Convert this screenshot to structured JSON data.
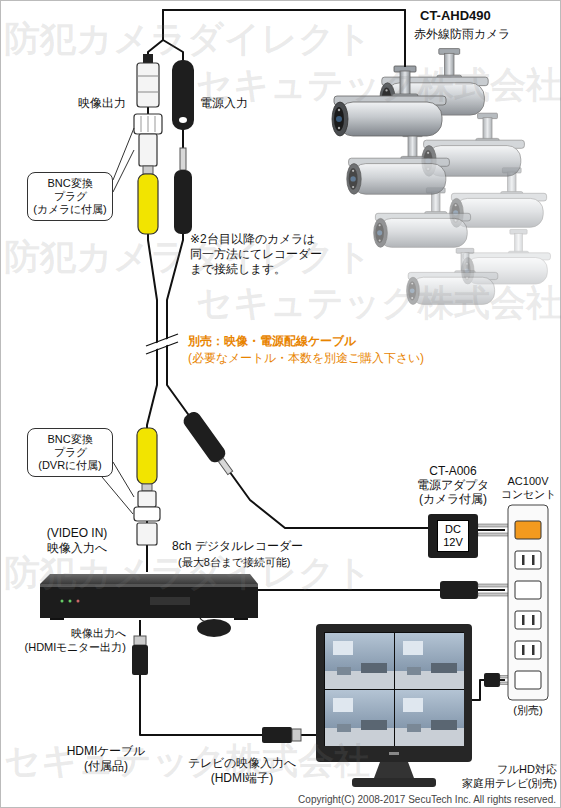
{
  "diagram": {
    "nodes": [
      {
        "text": [
          "CT-AHD490",
          "赤外線防雨カメラ"
        ]
      },
      {
        "text": [
          "BNC変換 プラグ (カメラに付属)"
        ]
      },
      {
        "text": [
          "BNC変換 プラグ (DVRに付属)"
        ]
      },
      {
        "text": [
          "CT-A006 電源アダプタ (カメラ付属)",
          "DC 12V"
        ]
      },
      {
        "text": [
          "AC100V コンセント",
          "(別売)"
        ]
      },
      {
        "text": [
          "8ch デジタルレコーダー",
          "(最大8台まで接続可能)"
        ]
      },
      {
        "text": [
          "フルHD対応 家庭用テレビ(別売)"
        ]
      }
    ],
    "edges": [
      {
        "from": 0,
        "to": 5,
        "arrow": "none"
      },
      {
        "from": 0,
        "to": 3,
        "arrow": "none"
      },
      {
        "from": 3,
        "to": 4,
        "arrow": "none"
      },
      {
        "from": 5,
        "to": 4,
        "arrow": "none"
      },
      {
        "from": 5,
        "to": 6,
        "label": "HDMIケーブル (付属品)",
        "arrow": "none"
      },
      {
        "from": 6,
        "to": 4,
        "arrow": "none"
      }
    ],
    "labels": [
      "映像出力",
      "電源入力",
      "※2台目以降のカメラは 同一方法にてレコーダー まで接続します。",
      "別売：映像・電源配線ケーブル",
      "(必要なメートル・本数を別途ご購入下さい)",
      "(VIDEO IN) 映像入力へ",
      "映像出力へ (HDMIモニター出力)",
      "テレビの映像入力へ (HDMI端子)",
      "Copyright(C) 2008-2017 SecuTech Inc. All rights reserved.",
      "防犯カメラダイレクト",
      "セキュテック株式会社",
      "防犯カメラダイレクト",
      "セキュテック株式会社",
      "防犯カメラダイレクト",
      "セキュテック株式会社"
    ]
  }
}
